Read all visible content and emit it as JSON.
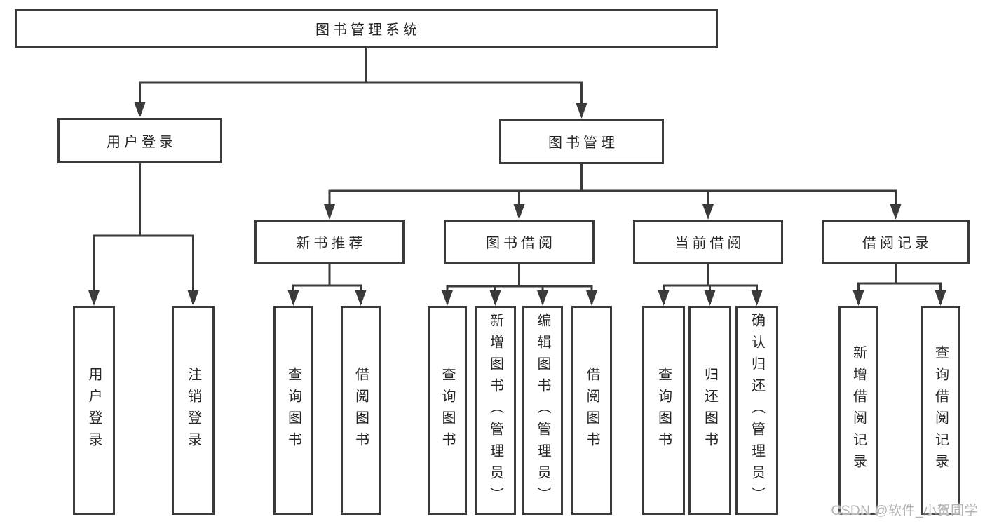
{
  "colors": {
    "line": "#3a3a3a",
    "border": "#3a3a3a",
    "text": "#262626",
    "background": "#ffffff",
    "watermark": "#b3b3b3"
  },
  "watermark": {
    "text": "CSDN @软件_小贺同学"
  },
  "tree": {
    "root": {
      "label": "图书管理系统",
      "children": [
        {
          "label": "用户登录",
          "children": [
            {
              "label": "用户登录"
            },
            {
              "label": "注销登录"
            }
          ]
        },
        {
          "label": "图书管理",
          "children": [
            {
              "label": "新书推荐",
              "children": [
                {
                  "label": "查询图书"
                },
                {
                  "label": "借阅图书"
                }
              ]
            },
            {
              "label": "图书借阅",
              "children": [
                {
                  "label": "查询图书"
                },
                {
                  "label": "新增图书（管理员）"
                },
                {
                  "label": "编辑图书（管理员）"
                },
                {
                  "label": "借阅图书"
                }
              ]
            },
            {
              "label": "当前借阅",
              "children": [
                {
                  "label": "查询图书"
                },
                {
                  "label": "归还图书"
                },
                {
                  "label": "确认归还（管理员）"
                }
              ]
            },
            {
              "label": "借阅记录",
              "children": [
                {
                  "label": "新增借阅记录"
                },
                {
                  "label": "查询借阅记录"
                }
              ]
            }
          ]
        }
      ]
    }
  }
}
